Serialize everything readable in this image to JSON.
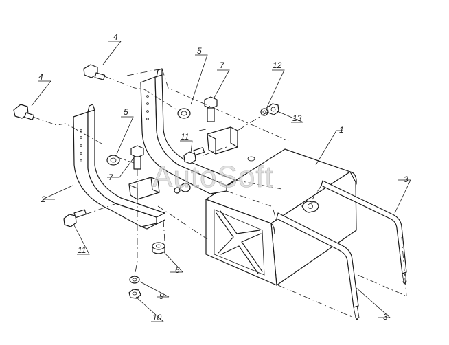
{
  "watermark": "AutoSoft",
  "callouts": {
    "c1": "1",
    "c2": "2",
    "c3a": "3",
    "c3b": "3",
    "c4a": "4",
    "c4b": "4",
    "c5a": "5",
    "c5b": "5",
    "c6": "6",
    "c7a": "7",
    "c7b": "7",
    "c9": "9",
    "c10": "10",
    "c11a": "11",
    "c11b": "11",
    "c12": "12",
    "c13": "13"
  }
}
